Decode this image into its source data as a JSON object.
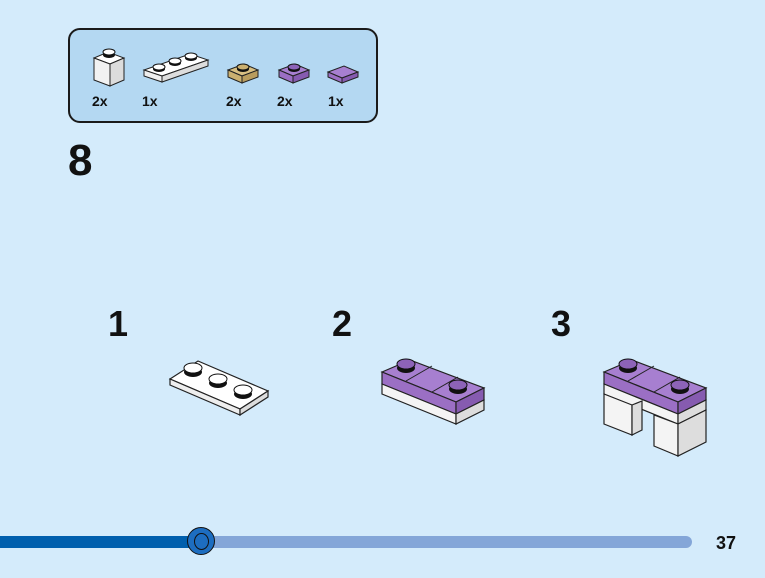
{
  "parts_list": {
    "items": [
      {
        "part": "white 1x1 brick",
        "qty": "2x"
      },
      {
        "part": "white 1x3 plate",
        "qty": "1x"
      },
      {
        "part": "tan 1x1 plate",
        "qty": "2x"
      },
      {
        "part": "lavender 1x1 plate",
        "qty": "2x"
      },
      {
        "part": "lavender 1x1 tile",
        "qty": "1x"
      }
    ]
  },
  "step": {
    "number": "8"
  },
  "sub_steps": [
    {
      "number": "1",
      "description": "white 1x3 plate"
    },
    {
      "number": "2",
      "description": "purple plates and tile added on top"
    },
    {
      "number": "3",
      "description": "assembly placed on two white bricks"
    }
  ],
  "progress": {
    "percent": 29
  },
  "page": {
    "number": "37"
  },
  "colors": {
    "background": "#d4ebfb",
    "parts_box": "#b4d8f2",
    "progress_fill": "#005fad",
    "progress_track": "#84a6d8",
    "lavender": "#9b6fc4",
    "tan": "#d8bf82"
  }
}
